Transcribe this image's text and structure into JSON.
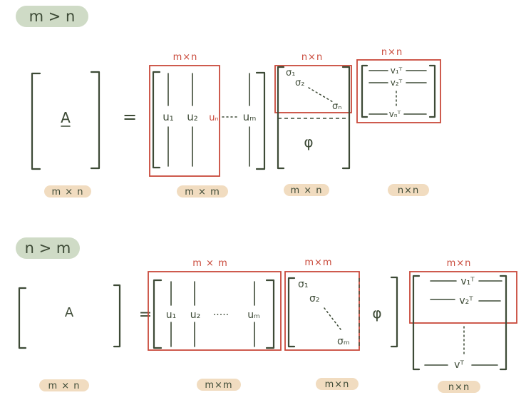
{
  "colors": {
    "ink": "#3d4a36",
    "red": "#c9493a",
    "pill_green": "#cfdbc6",
    "pill_tan": "#f1dcc0"
  },
  "case1": {
    "heading": "m > n",
    "a_label": "A",
    "equals": "=",
    "u_box_label": "m×n",
    "sigma_box_label": "n×n",
    "vt_box_label": "n×n",
    "u_cols": [
      "u₁",
      "u₂",
      "uₙ",
      "uₘ"
    ],
    "sigma_diag": [
      "σ₁",
      "σ₂",
      "σₙ"
    ],
    "zero_block": "φ",
    "vt_rows": [
      "v₁ᵀ",
      "v₂ᵀ",
      "vₙᵀ"
    ],
    "dims": [
      "m × n",
      "m × m",
      "m × n",
      "n×n"
    ]
  },
  "case2": {
    "heading": "n > m",
    "a_label": "A",
    "equals": "=",
    "u_box_label": "m × m",
    "sigma_box_label": "m×m",
    "vt_box_label": "m×n",
    "u_cols": [
      "u₁",
      "u₂",
      "uₘ"
    ],
    "u_ellipsis": "·····",
    "sigma_diag": [
      "σ₁",
      "σ₂",
      "σₘ"
    ],
    "zero_block": "φ",
    "vt_rows": [
      "v₁ᵀ",
      "v₂ᵀ",
      "vᵀ"
    ],
    "dims": [
      "m × n",
      "m×m",
      "m×n",
      "n×n"
    ]
  }
}
